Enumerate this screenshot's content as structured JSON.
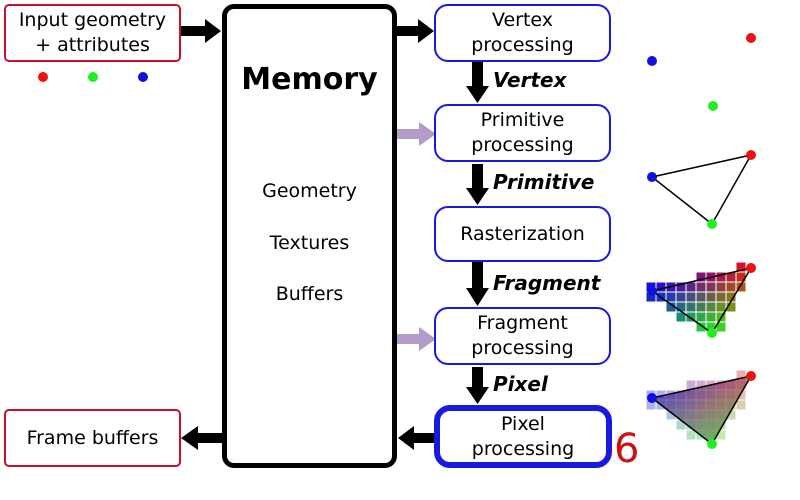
{
  "input_box": {
    "text": "Input geometry\n+ attributes"
  },
  "memory": {
    "title": "Memory",
    "items": [
      "Geometry",
      "Textures",
      "Buffers"
    ]
  },
  "output_box": {
    "text": "Frame buffers"
  },
  "stages": [
    {
      "text": "Vertex\nprocessing"
    },
    {
      "text": "Primitive\nprocessing"
    },
    {
      "text": "Rasterization"
    },
    {
      "text": "Fragment\nprocessing"
    },
    {
      "text": "Pixel\nprocessing"
    }
  ],
  "edge_labels": [
    "Vertex",
    "Primitive",
    "Fragment",
    "Pixel"
  ],
  "step_number": "6",
  "colors": {
    "input_border": "#c8102e",
    "stage_border": "#1a1adf",
    "arrow": "#000000",
    "memory_arrow": "#b39cc9",
    "vertex_red": "#ee1111",
    "vertex_green": "#22ee22",
    "vertex_blue": "#1111dd",
    "step_number": "#cc1111"
  }
}
